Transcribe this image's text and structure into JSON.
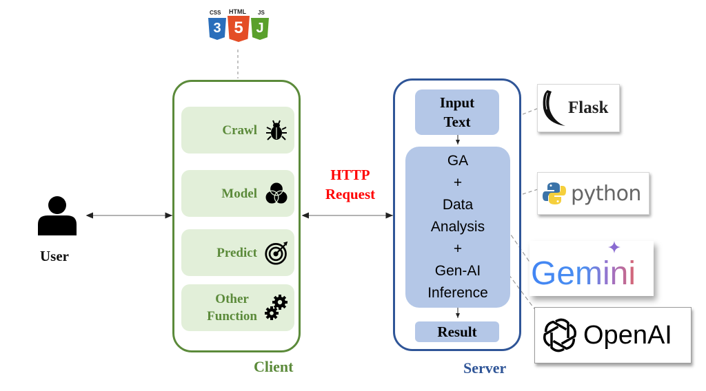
{
  "diagram": {
    "frontend_tech": {
      "labels": [
        "CSS",
        "HTML",
        "JS"
      ],
      "badges": [
        "3",
        "5",
        "J"
      ]
    },
    "user": {
      "label": "User"
    },
    "client": {
      "caption": "Client",
      "items": [
        {
          "label": "Crawl",
          "icon": "bug-icon"
        },
        {
          "label": "Model",
          "icon": "venn-model-icon"
        },
        {
          "label": "Predict",
          "icon": "target-icon"
        },
        {
          "label_line1": "Other",
          "label_line2": "Function",
          "icon": "gears-icon"
        }
      ]
    },
    "connection": {
      "line1": "HTTP",
      "line2": "Request"
    },
    "server": {
      "caption": "Server",
      "input": {
        "line1": "Input",
        "line2": "Text"
      },
      "process": {
        "lines": [
          "GA",
          "+",
          "Data",
          "Analysis",
          "+",
          "Gen-AI",
          "Inference"
        ]
      },
      "result": {
        "label": "Result"
      }
    },
    "backend_tech": {
      "flask": "Flask",
      "python": "python",
      "gemini": "Gemini",
      "openai": "OpenAI"
    },
    "colors": {
      "client_green": "#5b8a3a",
      "client_fill": "#e2efd9",
      "server_blue": "#2f5597",
      "server_fill": "#b4c7e7",
      "http_red": "#ff0000"
    }
  }
}
